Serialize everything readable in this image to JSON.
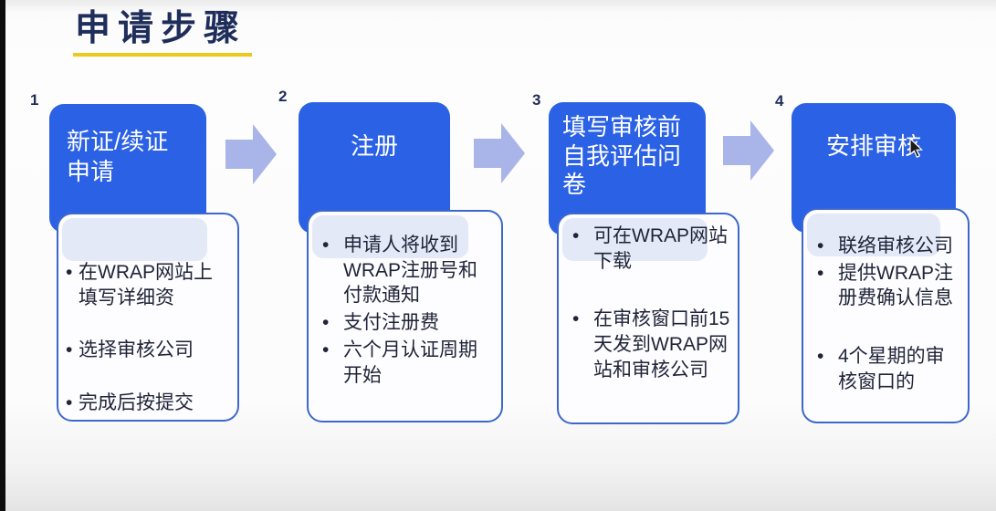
{
  "slide": {
    "title": "申请步骤"
  },
  "steps": [
    {
      "number": "1",
      "title": "新证/续证\n申请",
      "bullets": [
        "在WRAP网站上填写详细资",
        "选择审核公司",
        "完成后按提交"
      ]
    },
    {
      "number": "2",
      "title": "注册",
      "bullets": [
        "申请人将收到WRAP注册号和付款通知",
        "支付注册费",
        "六个月认证周期开始"
      ]
    },
    {
      "number": "3",
      "title": "填写审核前自我评估问卷",
      "bullets": [
        "可在WRAP网站下载",
        "在审核窗口前15天发到WRAP网站和审核公司"
      ]
    },
    {
      "number": "4",
      "title": "安排审核",
      "bullets": [
        "联络审核公司",
        "提供WRAP注册费确认信息",
        "4个星期的审核窗口的"
      ]
    }
  ],
  "colors": {
    "header_blue": "#2b61e4",
    "arrow_blue": "#a9b5e9",
    "box_border_blue": "#3c68cc",
    "title_navy": "#1e2d5a",
    "underline_yellow": "#eec91c",
    "body_text": "#1f2437",
    "highlight_lavender": "#e4e9f8"
  }
}
